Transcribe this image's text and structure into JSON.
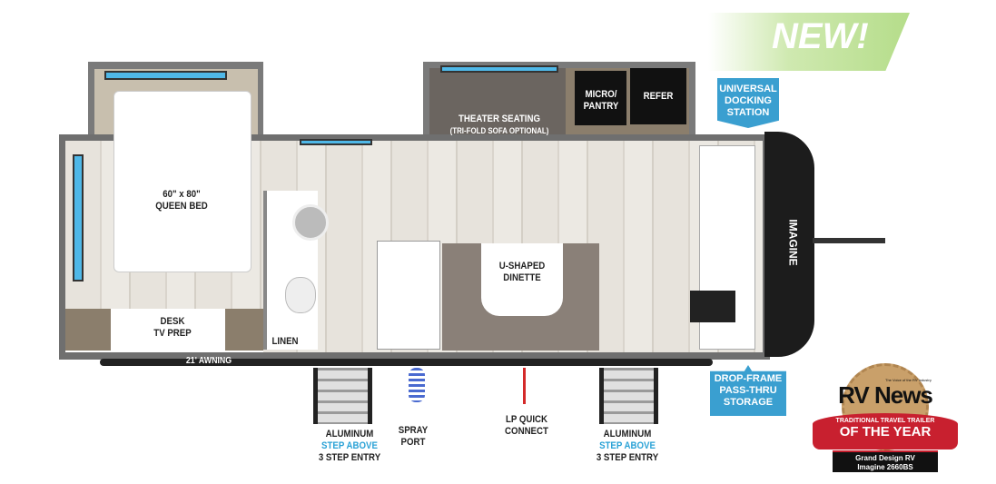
{
  "banner": {
    "new_label": "NEW!"
  },
  "rooms": {
    "bed": "60\" x 80\"\nQUEEN BED",
    "bed_line1": "60\" x 80\"",
    "bed_line2": "QUEEN BED",
    "theater_line1": "THEATER SEATING",
    "theater_line2": "(TRI-FOLD SOFA OPTIONAL)",
    "micro_line1": "MICRO/",
    "micro_line2": "PANTRY",
    "refer": "REFER",
    "dinette_line1": "U-SHAPED",
    "dinette_line2": "DINETTE",
    "desk_line1": "DESK",
    "desk_line2": "TV PREP",
    "linen": "LINEN",
    "awning": "21' AWNING",
    "front_cap": "IMAGINE"
  },
  "callouts": {
    "docking": [
      "UNIVERSAL",
      "DOCKING",
      "STATION"
    ],
    "storage": [
      "DROP-FRAME",
      "PASS-THRU",
      "STORAGE"
    ],
    "step_left": [
      "ALUMINUM",
      "STEP ABOVE",
      "3 STEP ENTRY"
    ],
    "step_right": [
      "ALUMINUM",
      "STEP ABOVE",
      "3 STEP ENTRY"
    ],
    "spray": [
      "SPRAY",
      "PORT"
    ],
    "lp": [
      "LP QUICK",
      "CONNECT"
    ]
  },
  "badge": {
    "brand": "RV News",
    "tagline": "The Voice of the RV Industry",
    "award_line1": "TRADITIONAL TRAVEL TRAILER",
    "award_line2": "OF THE YEAR",
    "model_line1": "Grand Design RV",
    "model_line2": "Imagine 2660BS"
  },
  "colors": {
    "accent_blue": "#3a9fd0",
    "new_green": "#b5dd8a",
    "badge_red": "#c8202f",
    "badge_gold": "#c9a06a"
  }
}
